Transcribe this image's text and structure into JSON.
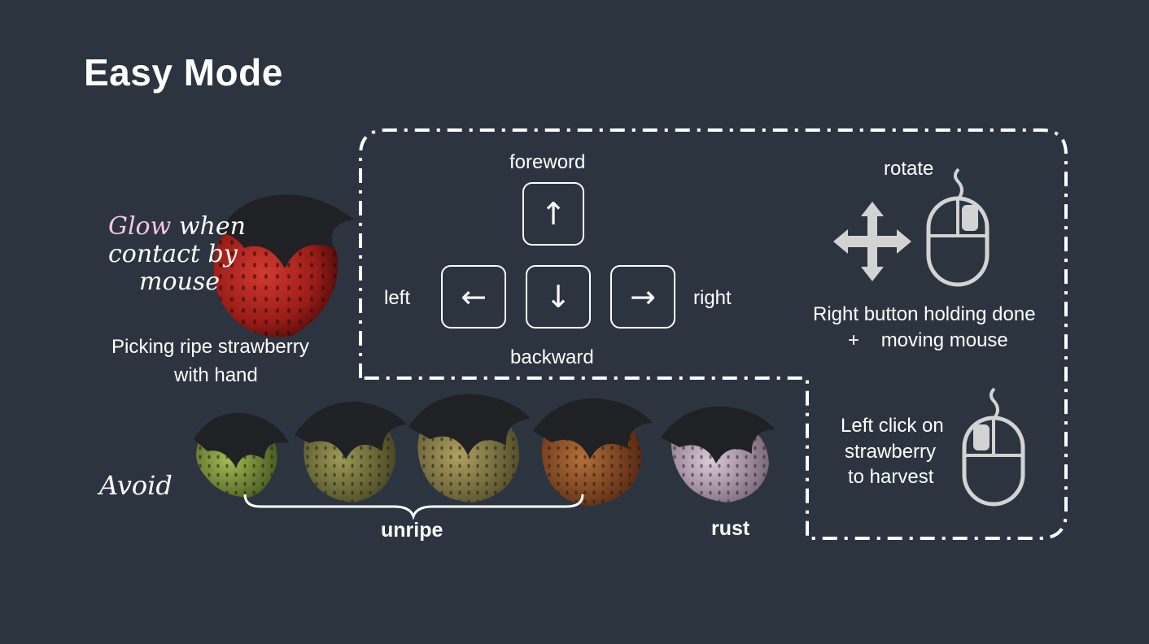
{
  "slide": {
    "title": "Easy Mode",
    "glow_note": {
      "word1": "Glow",
      "rest_line1": " when",
      "line2": "contact by",
      "line3": "mouse"
    },
    "picking_line1": "Picking ripe strawberry",
    "picking_line2": "with hand",
    "avoid": "Avoid",
    "unripe": "unripe",
    "rust": "rust"
  },
  "keys": {
    "forward_label": "foreword",
    "backward_label": "backward",
    "left_label": "left",
    "right_label": "right",
    "up_glyph": "↑",
    "down_glyph": "↓",
    "left_glyph": "←",
    "right_glyph": "→"
  },
  "mouse": {
    "rotate_label": "rotate",
    "rotate_line1": "Right button holding done",
    "rotate_line2": "+    moving mouse",
    "harvest_line1": "Left click on",
    "harvest_line2": "strawberry",
    "harvest_line3": "to harvest"
  },
  "colors": {
    "background": "#2c3440",
    "text": "#ffffff",
    "glow_accent": "#f3c6e4",
    "icon_gray": "#d3d3d3",
    "ripe": "#b0241e",
    "unripe_green": "#8aa34a",
    "rust": "#c8b4c8"
  },
  "icons": [
    "up-arrow-key",
    "down-arrow-key",
    "left-arrow-key",
    "right-arrow-key",
    "move-cross-icon",
    "mouse-right-button-icon",
    "mouse-left-button-icon",
    "strawberry-image"
  ]
}
